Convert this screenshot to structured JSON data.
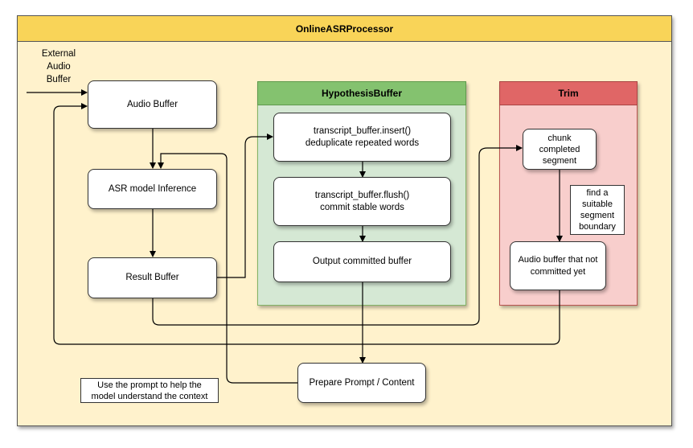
{
  "container": {
    "title": "OnlineASRProcessor"
  },
  "external_input": {
    "label": "External\nAudio\nBuffer"
  },
  "main_flow": {
    "audio_buffer": "Audio Buffer",
    "asr_inference": "ASR model Inference",
    "result_buffer": "Result Buffer",
    "prepare_prompt": "Prepare Prompt / Content"
  },
  "hypothesis_buffer": {
    "title": "HypothesisBuffer",
    "insert": "transcript_buffer.insert()\ndeduplicate repeated words",
    "flush": "transcript_buffer.flush()\ncommit stable words",
    "output": "Output committed buffer"
  },
  "trim": {
    "title": "Trim",
    "chunk": "chunk\ncompleted\nsegment",
    "boundary_note": "find a\nsuitable\nsegment\nboundary",
    "uncommitted": "Audio buffer that not\ncommitted yet"
  },
  "prompt_note": {
    "text": "Use the prompt to help the\nmodel understand the context"
  },
  "colors": {
    "container_fill": "#fff2cc",
    "container_header": "#f9d458",
    "hypothesis_fill": "#d5e8d4",
    "hypothesis_header": "#84c26f",
    "trim_fill": "#f8cecc",
    "trim_header": "#e06666"
  }
}
